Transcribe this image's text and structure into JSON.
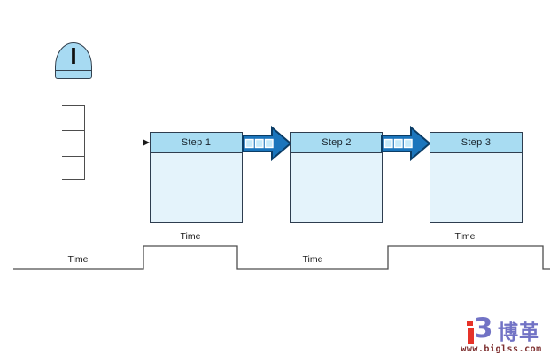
{
  "diagram": {
    "inventory": {
      "label": "I"
    },
    "steps": [
      {
        "label": "Step 1"
      },
      {
        "label": "Step 2"
      },
      {
        "label": "Step 3"
      }
    ],
    "timeline": {
      "labels": [
        "Time",
        "Time",
        "Time",
        "Time"
      ],
      "segments": [
        "wait",
        "process",
        "wait",
        "process"
      ]
    }
  },
  "watermark": {
    "logo_b_glyph": "3",
    "logo_text": "博革",
    "url": "www.biglss.com"
  },
  "colors": {
    "box_header": "#a8dcf2",
    "box_body": "#e4f3fb",
    "box_border": "#2e3d4f",
    "push_arrow_fill": "#1b75bc",
    "push_arrow_outline": "#0b3d66",
    "push_arrow_square": "#c6eafa",
    "timeline_line": "#4d4d4d",
    "logo_blue": "#7273c5",
    "logo_red": "#e63329",
    "url_maroon": "#7d2f2f"
  }
}
